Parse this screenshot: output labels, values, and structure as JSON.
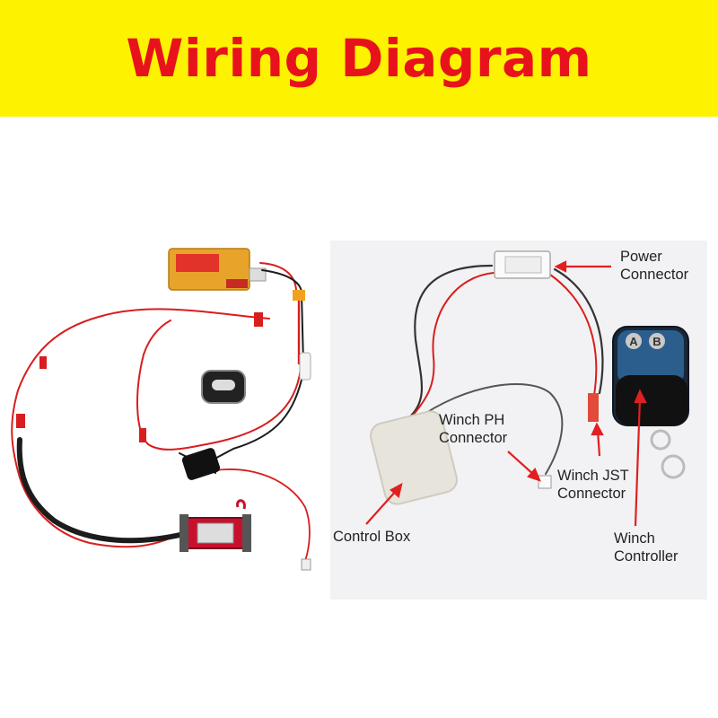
{
  "banner": {
    "title": "Wiring Diagram"
  },
  "labels": {
    "power_connector_line1": "Power",
    "power_connector_line2": "Connector",
    "winch_ph_line1": "Winch PH",
    "winch_ph_line2": "Connector",
    "winch_jst_line1": "Winch JST",
    "winch_jst_line2": "Connector",
    "control_box": "Control Box",
    "winch_controller_line1": "Winch",
    "winch_controller_line2": "Controller"
  },
  "remote_buttons": {
    "a": "A",
    "b": "B"
  },
  "colors": {
    "banner_bg": "#fdf200",
    "banner_text": "#e8121c",
    "arrow": "#e02020",
    "wire_red": "#d81e1e",
    "wire_black": "#1c1c1c"
  }
}
